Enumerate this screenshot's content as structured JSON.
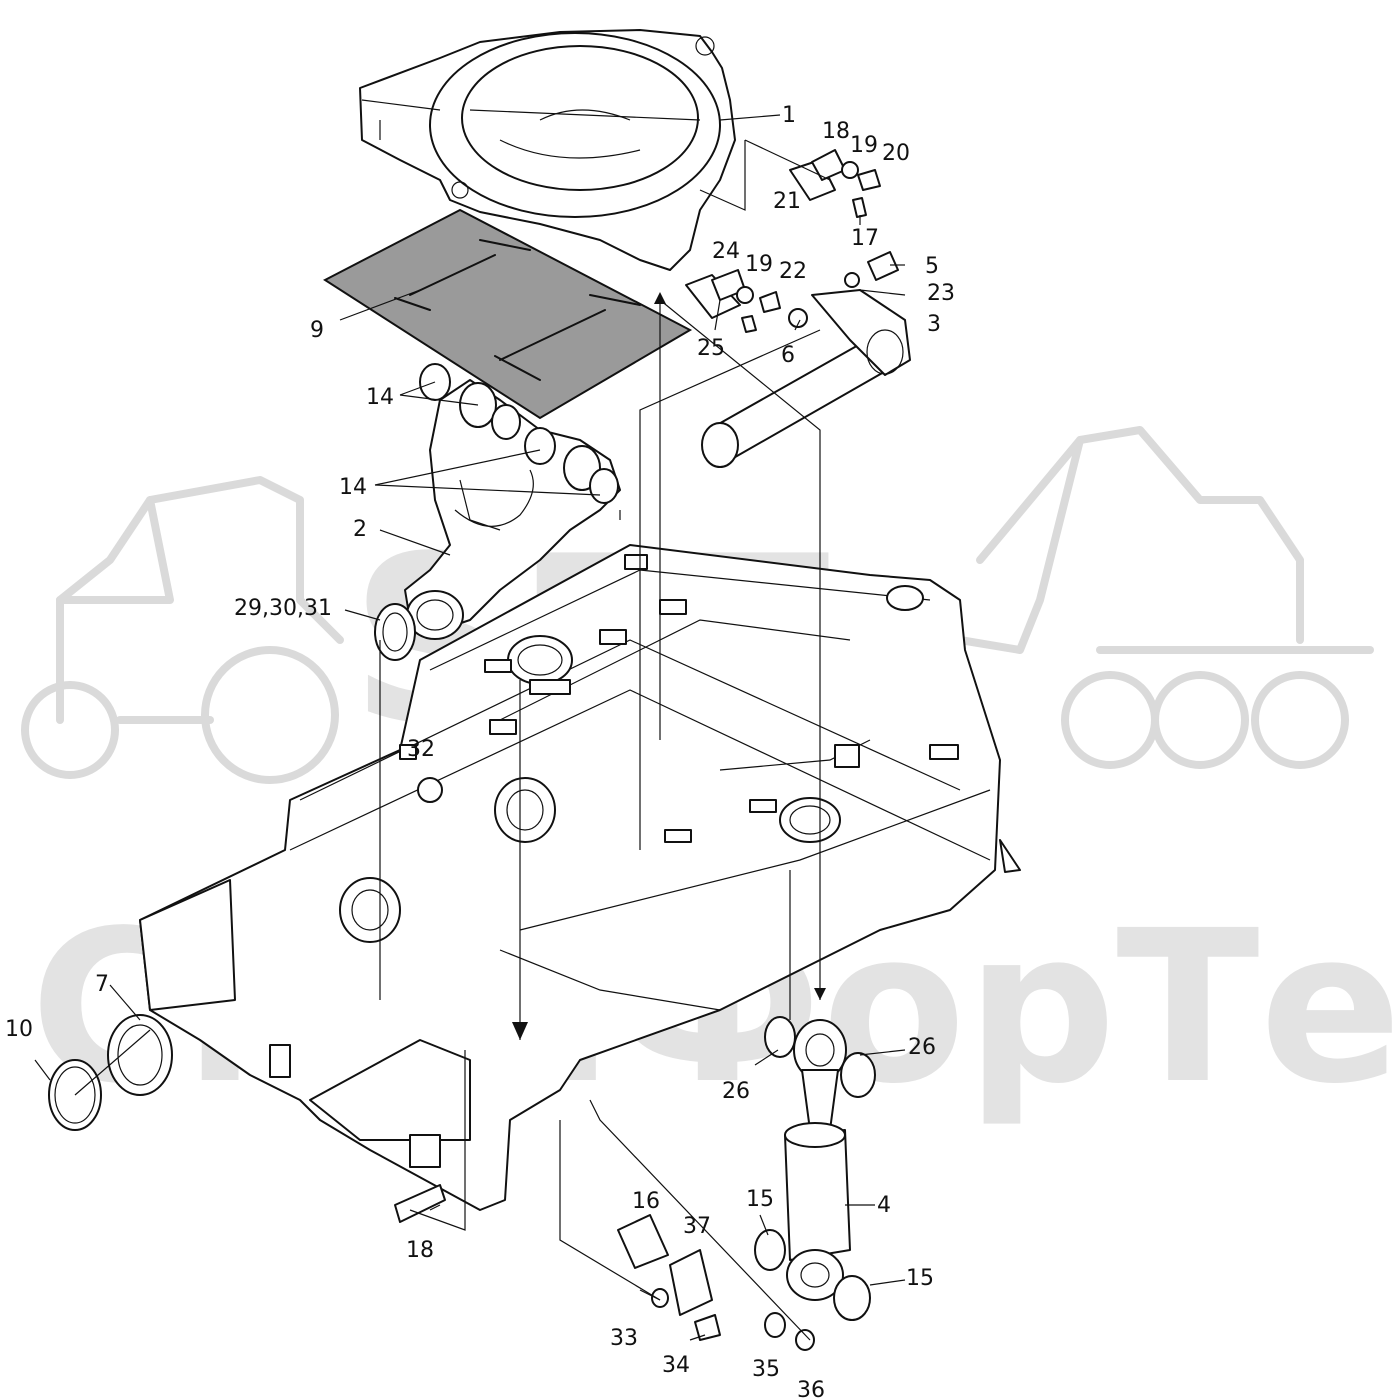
{
  "watermark": {
    "text": "СканФорТек",
    "logo_text": "SFT"
  },
  "labels": {
    "l1": "1",
    "l2": "2",
    "l3": "3",
    "l4": "4",
    "l5": "5",
    "l6": "6",
    "l7": "7",
    "l9": "9",
    "l10": "10",
    "l14a": "14",
    "l14b": "14",
    "l15a": "15",
    "l15b": "15",
    "l16": "16",
    "l17": "17",
    "l18a": "18",
    "l18b": "18",
    "l19a": "19",
    "l19b": "19",
    "l20": "20",
    "l21": "21",
    "l22": "22",
    "l23": "23",
    "l24": "24",
    "l25": "25",
    "l26a": "26",
    "l26b": "26",
    "l29": "29,30,31",
    "l32": "32",
    "l33": "33",
    "l34": "34",
    "l35": "35",
    "l36": "36",
    "l37": "37"
  },
  "colors": {
    "line": "#111111",
    "watermark": "#e3e3e3",
    "gasket_fill": "#9a9a9a",
    "background": "#ffffff"
  }
}
